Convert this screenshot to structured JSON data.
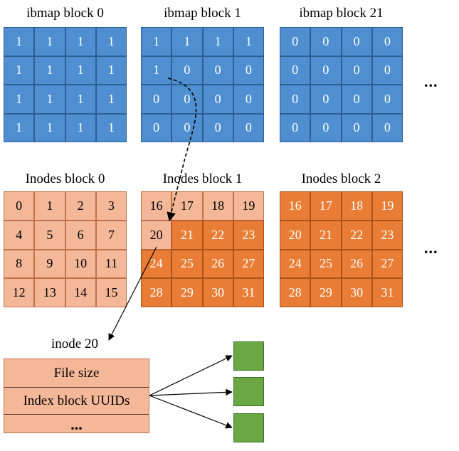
{
  "ibmap": {
    "blocks": [
      {
        "title": "ibmap block 0",
        "cells": [
          "1",
          "1",
          "1",
          "1",
          "1",
          "1",
          "1",
          "1",
          "1",
          "1",
          "1",
          "1",
          "1",
          "1",
          "1",
          "1"
        ]
      },
      {
        "title": "ibmap block 1",
        "cells": [
          "1",
          "1",
          "1",
          "1",
          "1",
          "0",
          "0",
          "0",
          "0",
          "0",
          "0",
          "0",
          "0",
          "0",
          "0",
          "0"
        ]
      },
      {
        "title": "ibmap block 21",
        "cells": [
          "0",
          "0",
          "0",
          "0",
          "0",
          "0",
          "0",
          "0",
          "0",
          "0",
          "0",
          "0",
          "0",
          "0",
          "0",
          "0"
        ]
      }
    ],
    "ellipsis": "..."
  },
  "inodes": {
    "blocks": [
      {
        "title": "Inodes block 0",
        "cells": [
          "0",
          "1",
          "2",
          "3",
          "4",
          "5",
          "6",
          "7",
          "8",
          "9",
          "10",
          "11",
          "12",
          "13",
          "14",
          "15"
        ],
        "shade": [
          "light",
          "light",
          "light",
          "light",
          "light",
          "light",
          "light",
          "light",
          "light",
          "light",
          "light",
          "light",
          "light",
          "light",
          "light",
          "light"
        ]
      },
      {
        "title": "Inodes block 1",
        "cells": [
          "16",
          "17",
          "18",
          "19",
          "20",
          "21",
          "22",
          "23",
          "24",
          "25",
          "26",
          "27",
          "28",
          "29",
          "30",
          "31"
        ],
        "shade": [
          "light",
          "light",
          "light",
          "light",
          "light",
          "dark",
          "dark",
          "dark",
          "dark",
          "dark",
          "dark",
          "dark",
          "dark",
          "dark",
          "dark",
          "dark"
        ]
      },
      {
        "title": "Inodes block 2",
        "cells": [
          "16",
          "17",
          "18",
          "19",
          "20",
          "21",
          "22",
          "23",
          "24",
          "25",
          "26",
          "27",
          "28",
          "29",
          "30",
          "31"
        ],
        "shade": [
          "dark",
          "dark",
          "dark",
          "dark",
          "dark",
          "dark",
          "dark",
          "dark",
          "dark",
          "dark",
          "dark",
          "dark",
          "dark",
          "dark",
          "dark",
          "dark"
        ]
      }
    ],
    "ellipsis": "..."
  },
  "inode_detail": {
    "title": "inode 20",
    "rows": [
      "File size",
      "Index block UUIDs",
      "..."
    ]
  },
  "colors": {
    "ibmap_fill": "#4f8fd1",
    "inode_light": "#f4b898",
    "inode_dark": "#ea7d35",
    "index_block": "#6aa844"
  }
}
